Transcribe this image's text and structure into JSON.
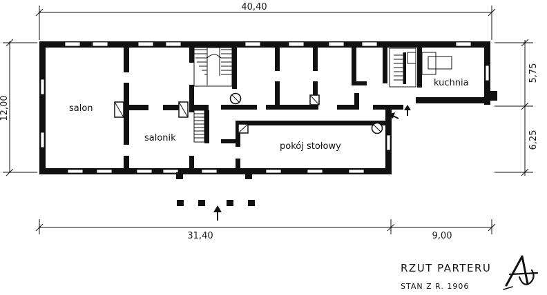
{
  "dimensions": {
    "top_total": "40,40",
    "bottom_left": "31,40",
    "bottom_right": "9,00",
    "left_height": "12,00",
    "right_upper": "5,75",
    "right_lower": "6,25"
  },
  "rooms": {
    "salon": "salon",
    "salonik": "salonik",
    "dining": "pokój stołowy",
    "kitchen": "kuchnia"
  },
  "title": {
    "main": "RZUT PARTERU",
    "sub": "STAN Z R. 1906"
  },
  "monogram": "A"
}
